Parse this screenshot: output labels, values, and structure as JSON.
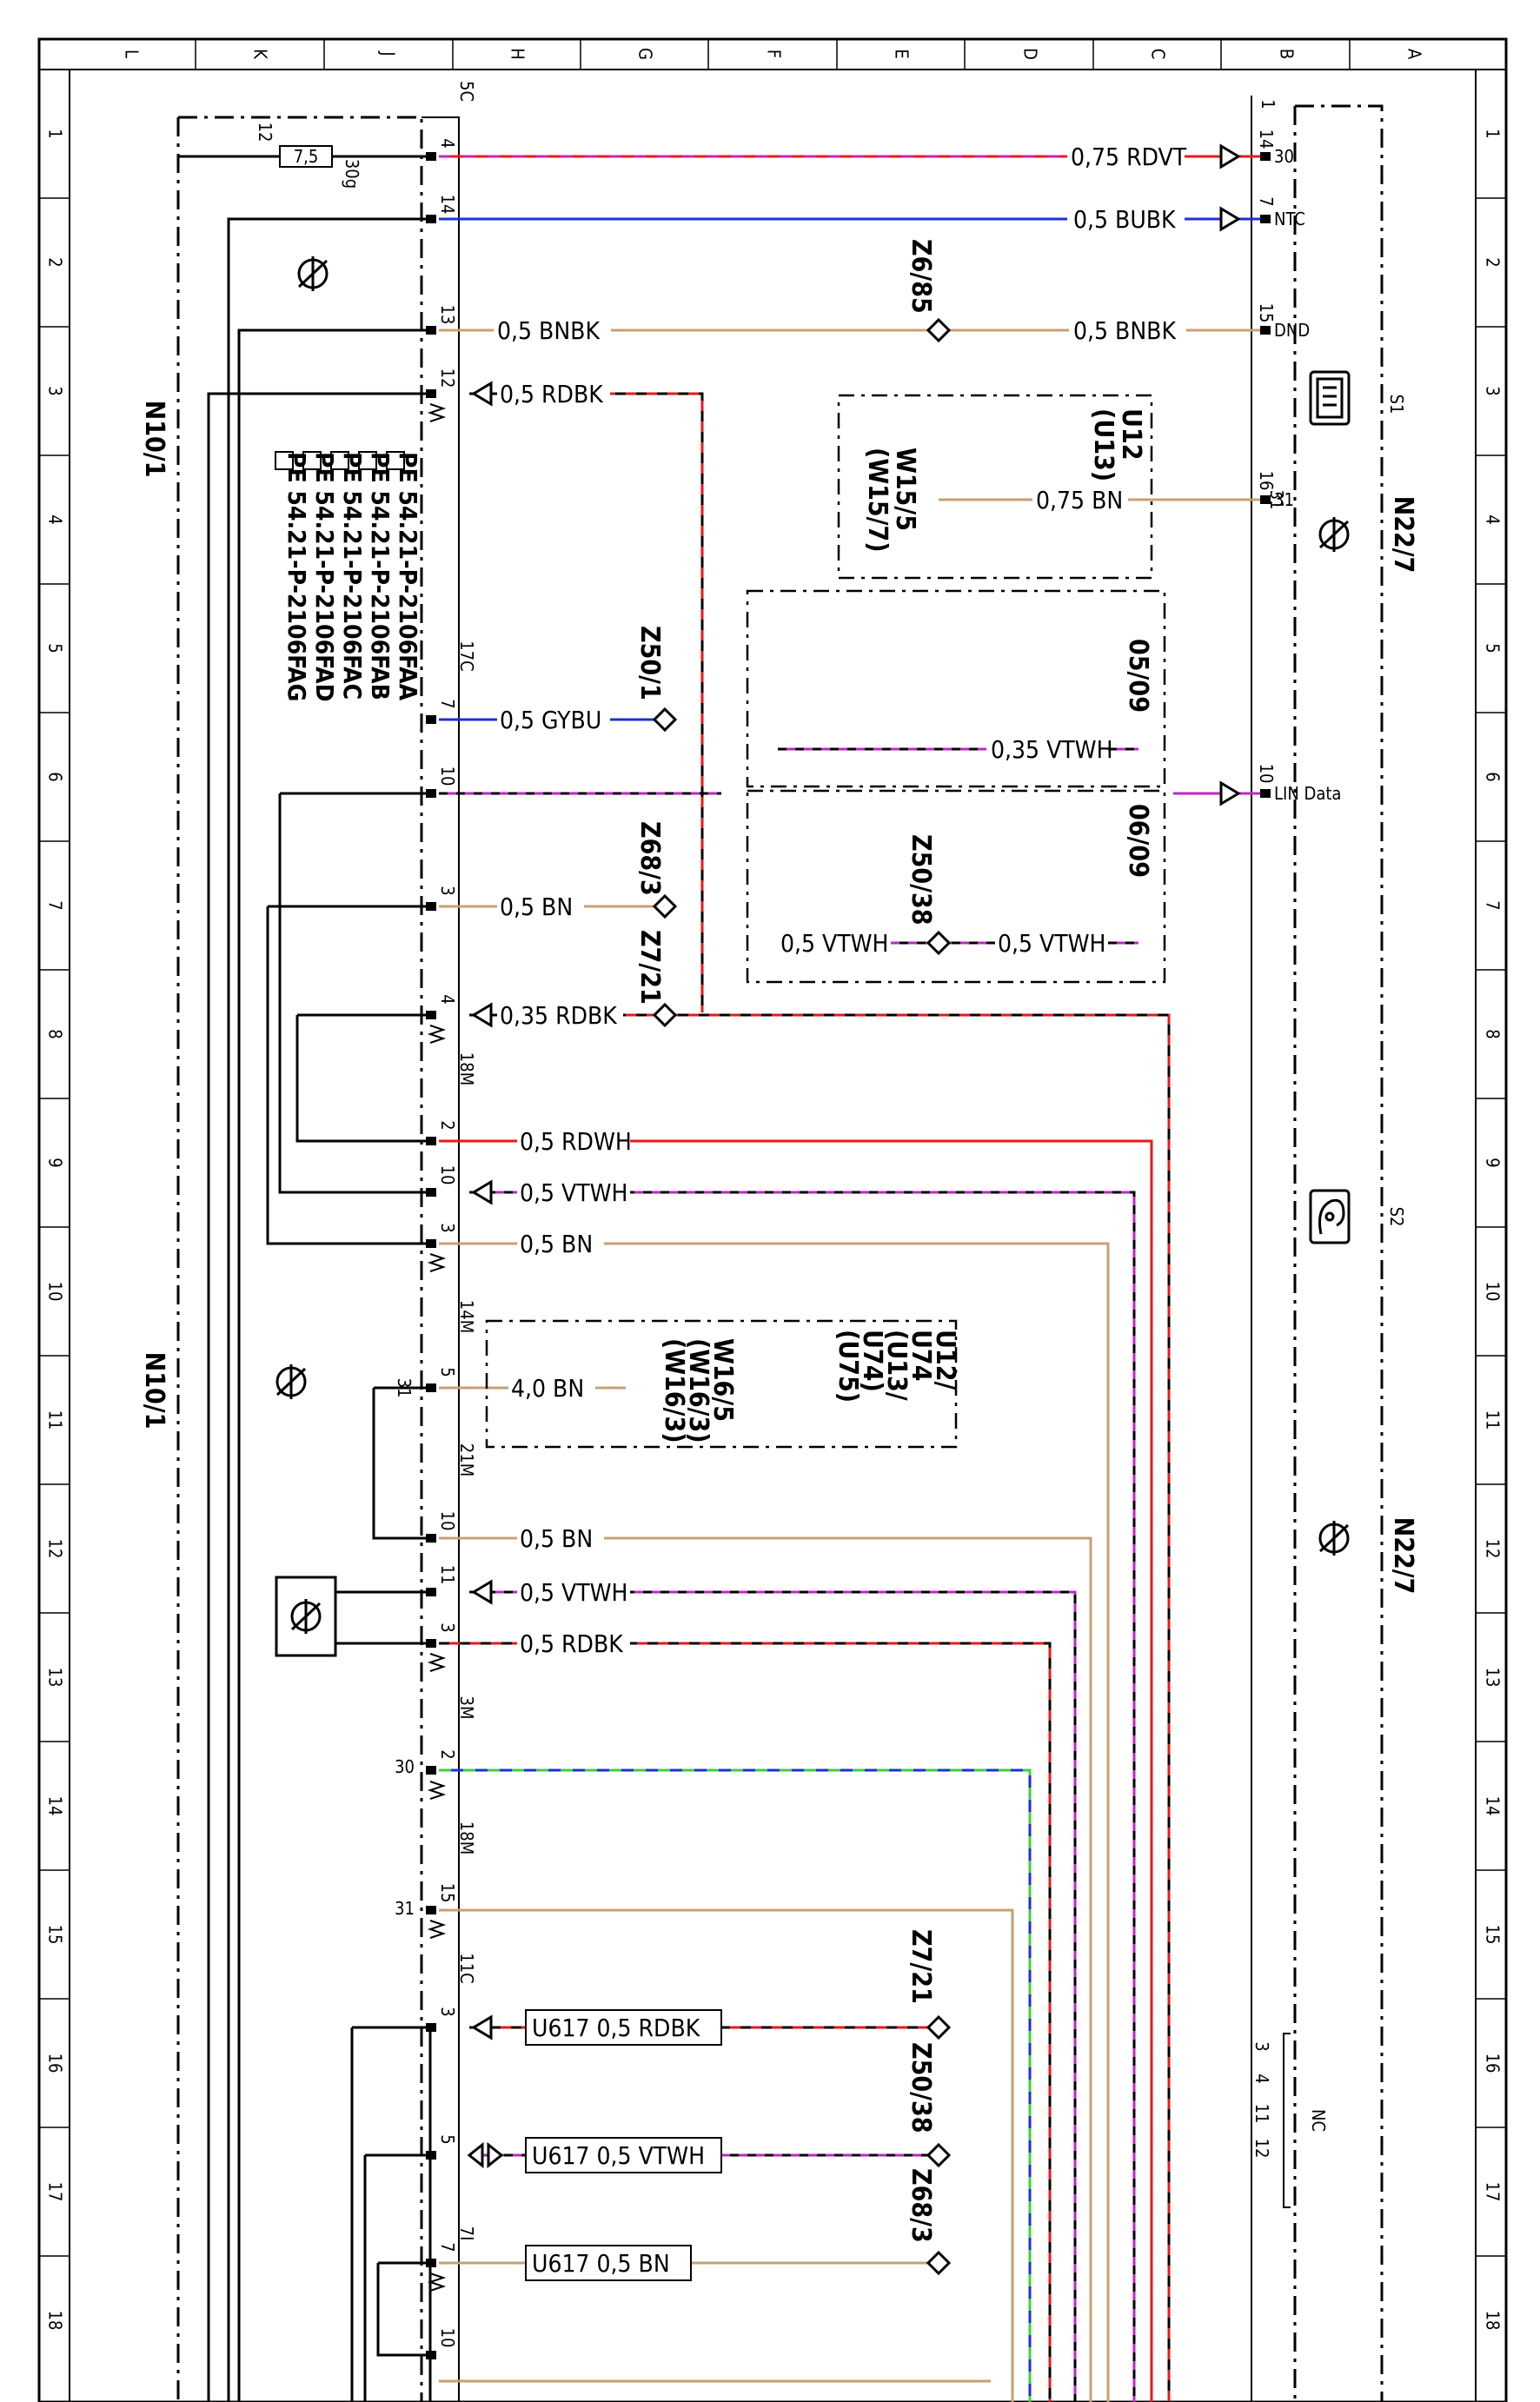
{
  "grid": {
    "top_letters": [
      "L",
      "K",
      "J",
      "H",
      "G",
      "F",
      "E",
      "D",
      "C",
      "B",
      "A"
    ],
    "left_numbers": [
      "1",
      "2",
      "3",
      "4",
      "5",
      "6",
      "7",
      "8",
      "9",
      "10",
      "11",
      "12",
      "13",
      "14",
      "15",
      "16",
      "17",
      "18"
    ],
    "right_numbers": [
      "1",
      "2",
      "3",
      "4",
      "5",
      "6",
      "7",
      "8",
      "9",
      "10",
      "11",
      "12",
      "13",
      "14",
      "15",
      "16",
      "17",
      "18"
    ]
  },
  "modules": {
    "left_upper": "N10/1",
    "left_lower": "N10/1",
    "right_upper": "N22/7",
    "right_lower": "N22/7",
    "switch_s1": "S1",
    "switch_s2": "S2"
  },
  "connectors": {
    "c1": "5C",
    "c2": "17C",
    "c3": "18M",
    "c4": "14M",
    "c5": "21M",
    "c6": "3M",
    "c7": "18M",
    "c8": "11C",
    "c9": "7I",
    "right": "1",
    "fuse_value": "7,5",
    "fuse_pin": "12",
    "fuse_term": "30g",
    "ground_30": "30",
    "ground_31a": "31",
    "ground_31b": "31",
    "ground_31c": "31"
  },
  "pe_refs": [
    "PE 54.21-P-2106FAA",
    "PE 54.21-P-2106FAB",
    "PE 54.21-P-2106FAC",
    "PE 54.21-P-2106FAD",
    "PE 54.21-P-2106FAG"
  ],
  "wires": {
    "w1": "0,75 RDVT",
    "w2": "0,5 BUBK",
    "w3a": "0,5 BNBK",
    "w3b": "0,5 BNBK",
    "w4": "0,5 RDBK",
    "w5": "0,75 BN",
    "w6": "0,5 GYBU",
    "w7": "0,35 VTWH",
    "w8": "0,5 BN",
    "w9a": "0,5 VTWH",
    "w9b": "0,5 VTWH",
    "w10": "0,35 RDBK",
    "w11": "0,5 RDWH",
    "w12": "0,5 VTWH",
    "w13": "0,5 BN",
    "w14": "4,0 BN",
    "w15": "0,5 BN",
    "w16": "0,5 VTWH",
    "w17": "0,5 RDBK",
    "w18": "U617  0,5 RDBK",
    "w19": "U617  0,5 VTWH",
    "w20": "U617  0,5 BN"
  },
  "pins_left": {
    "p1": "4",
    "p2": "14",
    "p3": "13",
    "p4": "12",
    "p5": "7",
    "p6": "10",
    "p7": "3",
    "p8": "4",
    "p9": "2",
    "p10": "10",
    "p11": "3",
    "p12": "5",
    "p13": "10",
    "p14": "11",
    "p15": "3",
    "p16": "2",
    "p17": "15",
    "p18": "3",
    "p19": "5",
    "p20": "7",
    "p21": "10"
  },
  "pins_right": {
    "r1": "14",
    "r2": "7",
    "r3": "15",
    "r4": "16",
    "r5": "10",
    "t1": "30",
    "t2": "NTC",
    "t3": "DND",
    "t4": "31",
    "t5": "LIN Data"
  },
  "splices": {
    "s1": "Z6/85",
    "s2": "Z50/1",
    "s3": "Z68/3",
    "s4": "Z7/21",
    "s5": "Z50/38",
    "s6": "Z7/21",
    "s7": "Z50/38",
    "s8": "Z68/3"
  },
  "variants": {
    "box1": [
      "U12",
      "(U13)"
    ],
    "box1_w": [
      "W15/5",
      "(W15/7)"
    ],
    "box2": [
      "U12/",
      "U74",
      "(U13/",
      "U74)",
      "(U75)"
    ],
    "box2_w": [
      "W16/5",
      "(W16/3)",
      "(W16/3)"
    ],
    "opt1": "05/09",
    "opt2": "06/09"
  },
  "nc": {
    "label": "NC",
    "pins": [
      "3",
      "4",
      "11",
      "12"
    ]
  },
  "colors": {
    "red": "#e8191c",
    "blue": "#1f2fd6",
    "brown": "#c8a070",
    "violet": "#c026c8",
    "green": "#3bd23b"
  }
}
